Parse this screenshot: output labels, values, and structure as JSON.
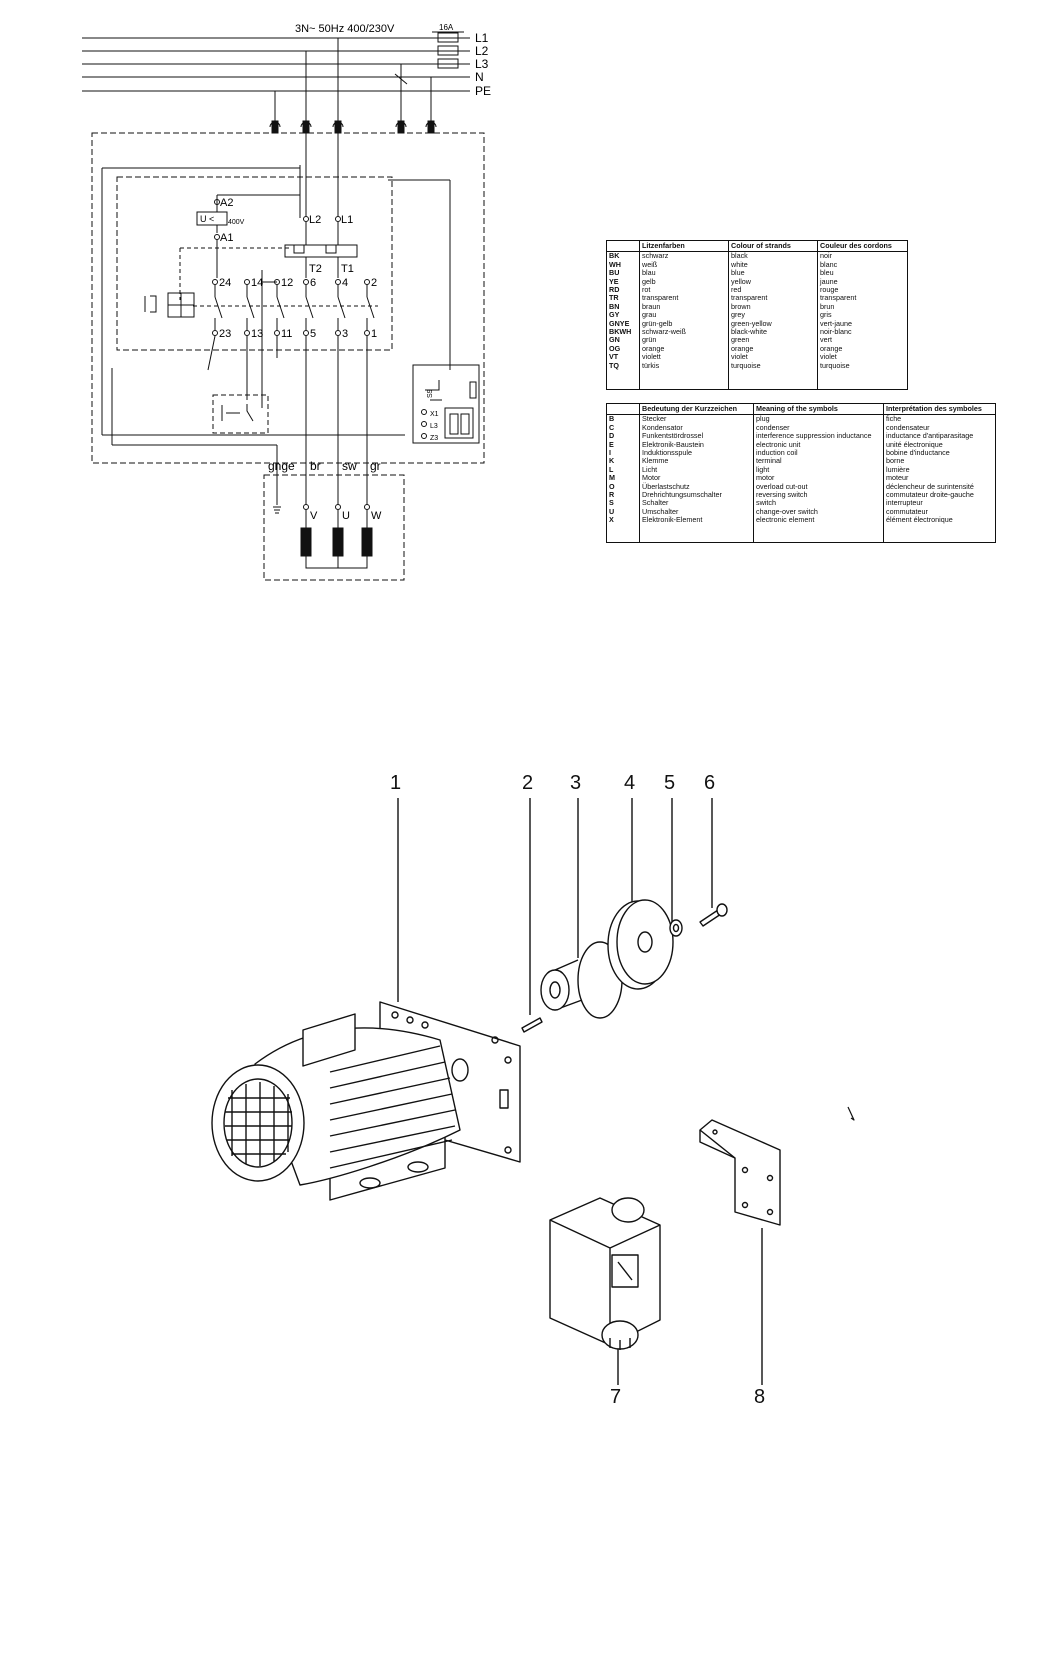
{
  "wiring": {
    "supply_label": "3N~ 50Hz 400/230V",
    "fuse_label": "16A",
    "lines": [
      "L1",
      "L2",
      "L3",
      "N",
      "PE"
    ],
    "contactor": {
      "coil_top": "A2",
      "coil_bottom": "A1",
      "undervoltage": "U <",
      "voltage": "400V",
      "mains_in": [
        "L2",
        "L1"
      ],
      "thermal": [
        "T2",
        "T1"
      ],
      "top_terminals": [
        "24",
        "14",
        "12",
        "6",
        "4",
        "2"
      ],
      "bottom_terminals": [
        "23",
        "13",
        "11",
        "5",
        "3",
        "1"
      ],
      "switch_symbols": "0 I"
    },
    "module_labels": [
      "S9",
      "X1",
      "L3",
      "Z3"
    ],
    "motor_wires": [
      "gnge",
      "br",
      "sw",
      "gr"
    ],
    "motor_terminals": [
      "V",
      "U",
      "W"
    ]
  },
  "colour_table": {
    "headers": [
      "",
      "Litzenfarben",
      "Colour of strands",
      "Couleur des cordons"
    ],
    "rows": [
      [
        "BK",
        "schwarz",
        "black",
        "noir"
      ],
      [
        "WH",
        "weiß",
        "white",
        "blanc"
      ],
      [
        "BU",
        "blau",
        "blue",
        "bleu"
      ],
      [
        "YE",
        "gelb",
        "yellow",
        "jaune"
      ],
      [
        "RD",
        "rot",
        "red",
        "rouge"
      ],
      [
        "TR",
        "transparent",
        "transparent",
        "transparent"
      ],
      [
        "BN",
        "braun",
        "brown",
        "brun"
      ],
      [
        "GY",
        "grau",
        "grey",
        "gris"
      ],
      [
        "GNYE",
        "grün-gelb",
        "green-yellow",
        "vert-jaune"
      ],
      [
        "BKWH",
        "schwarz-weiß",
        "black-white",
        "noir-blanc"
      ],
      [
        "GN",
        "grün",
        "green",
        "vert"
      ],
      [
        "OG",
        "orange",
        "orange",
        "orange"
      ],
      [
        "VT",
        "violett",
        "violet",
        "violet"
      ],
      [
        "TQ",
        "türkis",
        "turquoise",
        "turquoise"
      ]
    ]
  },
  "symbol_table": {
    "headers": [
      "",
      "Bedeutung der Kurzzeichen",
      "Meaning of the symbols",
      "Interprétation des symboles"
    ],
    "rows": [
      [
        "B",
        "Stecker",
        "plug",
        "fiche"
      ],
      [
        "C",
        "Kondensator",
        "condenser",
        "condensateur"
      ],
      [
        "D",
        "Funkentstördrossel",
        "interference suppression inductance",
        "inductance d'antiparasitage"
      ],
      [
        "E",
        "Elektronik-Baustein",
        "electronic unit",
        "unité électronique"
      ],
      [
        "I",
        "Induktionsspule",
        "induction coil",
        "bobine d'inductance"
      ],
      [
        "K",
        "Klemme",
        "terminal",
        "borne"
      ],
      [
        "L",
        "Licht",
        "light",
        "lumière"
      ],
      [
        "M",
        "Motor",
        "motor",
        "moteur"
      ],
      [
        "O",
        "Überlastschutz",
        "overload cut-out",
        "déclencheur de surintensité"
      ],
      [
        "R",
        "Drehrichtungsumschalter",
        "reversing switch",
        "commutateur droite-gauche"
      ],
      [
        "S",
        "Schalter",
        "switch",
        "interrupteur"
      ],
      [
        "U",
        "Umschalter",
        "change-over switch",
        "commutateur"
      ],
      [
        "X",
        "Elektronik-Element",
        "electronic element",
        "élément électronique"
      ]
    ]
  },
  "parts": {
    "callouts": [
      "1",
      "2",
      "3",
      "4",
      "5",
      "6",
      "7",
      "8"
    ]
  }
}
